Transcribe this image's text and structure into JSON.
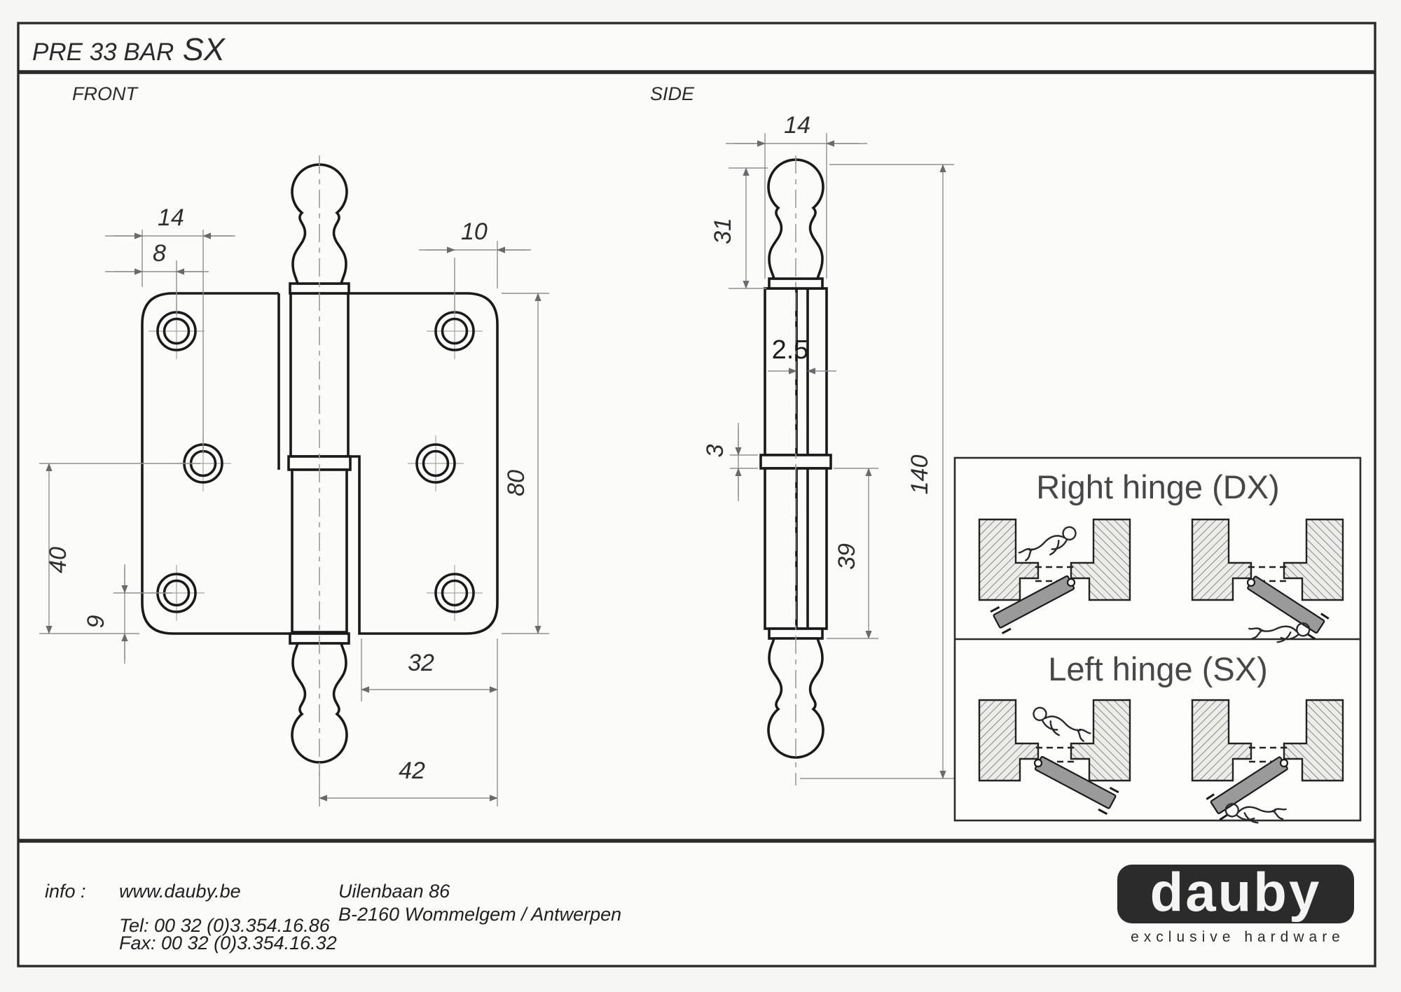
{
  "title": {
    "series": "PRE 33 BAR",
    "variant": "SX"
  },
  "views": {
    "front_label": "FRONT",
    "side_label": "SIDE"
  },
  "front_dims": {
    "hole_pitch": "14",
    "hole_edge": "8",
    "hole_edge_right": "10",
    "leaf_height": "80",
    "mid_hole_drop": "40",
    "corner_hole_drop": "9",
    "leaf_width": "32",
    "half_width": "42"
  },
  "side_dims": {
    "knuckle_width": "14",
    "finial_height": "31",
    "leaf_thickness": "2.5",
    "collar_height": "3",
    "lower_barrel": "39",
    "overall_height": "140"
  },
  "panel": {
    "right_hinge_title": "Right hinge (DX)",
    "left_hinge_title": "Left hinge (SX)"
  },
  "footer": {
    "info_label": "info :",
    "website": "www.dauby.be",
    "address_line1": "Uilenbaan 86",
    "address_line2": "B-2160 Wommelgem / Antwerpen",
    "tel": "Tel: 00 32 (0)3.354.16.86",
    "fax": "Fax: 00 32 (0)3.354.16.32"
  },
  "logo": {
    "wordmark": "dauby",
    "tagline": "exclusive hardware"
  },
  "colors": {
    "line": "#1a1a1a",
    "dimension": "#8f8f8f",
    "arrow": "#6a6a6a",
    "panel_title": "#474747",
    "logo_bg": "#2b2b2b",
    "door": "#9a9a9a"
  }
}
